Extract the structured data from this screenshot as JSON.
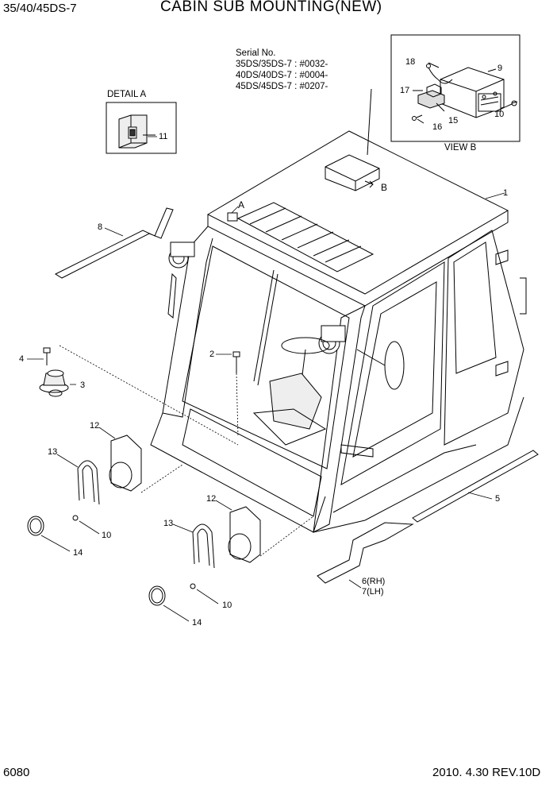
{
  "header": {
    "model": "35/40/45DS-7",
    "title": "CABIN SUB MOUNTING(NEW)"
  },
  "serial": {
    "heading": "Serial No.",
    "lines": [
      "35DS/35DS-7 : #0032-",
      "40DS/40DS-7 : #0004-",
      "45DS/45DS-7 : #0207-"
    ]
  },
  "detail_label": "DETAIL A",
  "view_label": "VIEW B",
  "markers": {
    "a": "A",
    "b": "B"
  },
  "callouts": {
    "c1": "1",
    "c2": "2",
    "c3": "3",
    "c4": "4",
    "c5": "5",
    "c6": "6(RH)",
    "c7": "7(LH)",
    "c8": "8",
    "c9": "9",
    "c10a": "10",
    "c10b": "10",
    "c10c": "10",
    "c11": "11",
    "c12a": "12",
    "c12b": "12",
    "c13a": "13",
    "c13b": "13",
    "c14a": "14",
    "c14b": "14",
    "c15": "15",
    "c16": "16",
    "c17": "17",
    "c18": "18"
  },
  "footer": {
    "page": "6080",
    "date": "2010. 4.30  REV.10D"
  }
}
